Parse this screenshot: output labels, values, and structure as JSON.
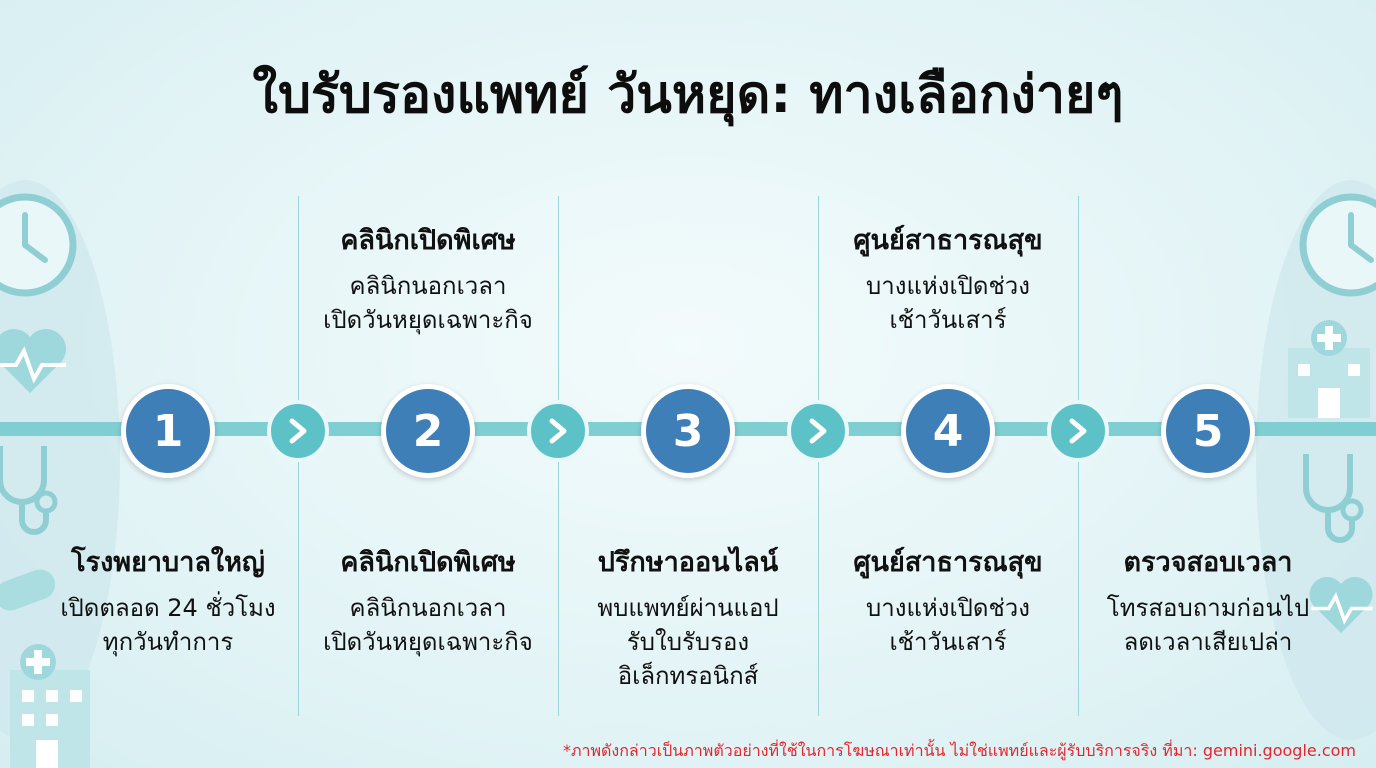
{
  "title": "ใบรับรองแพทย์ วันหยุด: ทางเลือกง่ายๆ",
  "colors": {
    "node": "#3d7fb6",
    "chevron": "#5dc2c7",
    "line": "#7fcfd2",
    "note": "#e3262d"
  },
  "steps": [
    {
      "number": "1"
    },
    {
      "number": "2"
    },
    {
      "number": "3"
    },
    {
      "number": "4"
    },
    {
      "number": "5"
    }
  ],
  "top_labels": [
    {
      "heading": "คลินิกเปิดพิเศษ",
      "line1": "คลินิกนอกเวลา",
      "line2": "เปิดวันหยุดเฉพาะกิจ"
    },
    {
      "heading": "ศูนย์สาธารณสุข",
      "line1": "บางแห่งเปิดช่วง",
      "line2": "เช้าวันเสาร์"
    }
  ],
  "bottom_labels": [
    {
      "heading": "โรงพยาบาลใหญ่",
      "line1": "เปิดตลอด 24 ชั่วโมง",
      "line2": "ทุกวันทำการ",
      "line3": ""
    },
    {
      "heading": "คลินิกเปิดพิเศษ",
      "line1": "คลินิกนอกเวลา",
      "line2": "เปิดวันหยุดเฉพาะกิจ",
      "line3": ""
    },
    {
      "heading": "ปรึกษาออนไลน์",
      "line1": "พบแพทย์ผ่านแอป",
      "line2": "รับใบรับรอง",
      "line3": "อิเล็กทรอนิกส์"
    },
    {
      "heading": "ศูนย์สาธารณสุข",
      "line1": "บางแห่งเปิดช่วง",
      "line2": "เช้าวันเสาร์",
      "line3": ""
    },
    {
      "heading": "ตรวจสอบเวลา",
      "line1": "โทรสอบถามก่อนไป",
      "line2": "ลดเวลาเสียเปล่า",
      "line3": ""
    }
  ],
  "icons": [
    "clock-icon",
    "heart-pulse-icon",
    "stethoscope-icon",
    "pill-icon",
    "hospital-icon",
    "chevron-right-icon"
  ],
  "footnote": "*ภาพดังกล่าวเป็นภาพตัวอย่างที่ใช้ในการโฆษณาเท่านั้น ไม่ใช่แพทย์และผู้รับบริการจริง ที่มา: gemini.google.com"
}
